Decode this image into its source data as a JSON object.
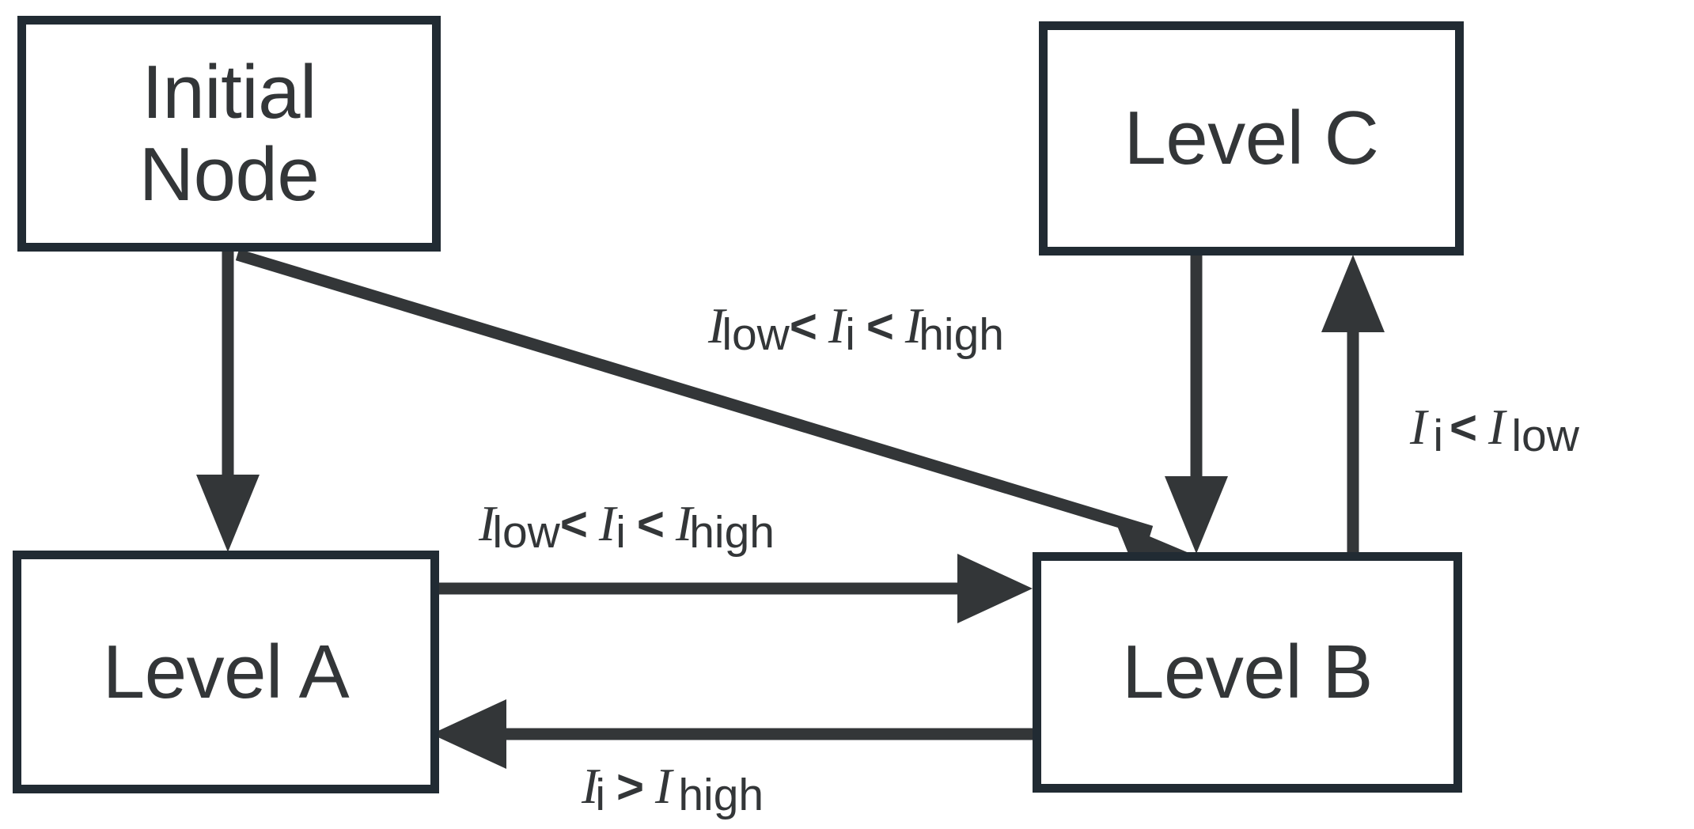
{
  "diagram": {
    "title": "Level transition state diagram",
    "background_color": "#ffffff",
    "stroke_color": "#212b33",
    "arrow_color": "#333638",
    "text_color": "#333638",
    "nodes": [
      {
        "id": "initial",
        "label": "Initial\nNode"
      },
      {
        "id": "level_c",
        "label": "Level C"
      },
      {
        "id": "level_a",
        "label": "Level A"
      },
      {
        "id": "level_b",
        "label": "Level B"
      }
    ],
    "edges": [
      {
        "id": "initial-to-a",
        "from": "initial",
        "to": "level_a",
        "label": "",
        "style": "solid-arrow"
      },
      {
        "id": "initial-to-b",
        "from": "initial",
        "to": "level_b",
        "label": "Ilow< Ii < Ihigh",
        "style": "solid-arrow-diagonal"
      },
      {
        "id": "c-to-b",
        "from": "level_c",
        "to": "level_b",
        "label": "",
        "style": "solid-arrow"
      },
      {
        "id": "b-to-c",
        "from": "level_b",
        "to": "level_c",
        "label": "I i < I low",
        "style": "solid-arrow"
      },
      {
        "id": "a-to-b",
        "from": "level_a",
        "to": "level_b",
        "label": "Ilow< Ii < Ihigh",
        "style": "solid-arrow"
      },
      {
        "id": "b-to-a",
        "from": "level_b",
        "to": "level_a",
        "label": "Ii > I high",
        "style": "solid-arrow"
      }
    ],
    "labels": {
      "top_condition": {
        "sym1": "I",
        "sub1": "low",
        "op1": "<",
        "sym2": "I",
        "sub2": "i",
        "op2": "<",
        "sym3": "I",
        "sub3": "high"
      },
      "middle_condition": {
        "sym1": "I",
        "sub1": "low",
        "op1": "<",
        "sym2": "I",
        "sub2": "i",
        "op2": "<",
        "sym3": "I",
        "sub3": "high"
      },
      "right_condition": {
        "sym1": "I",
        "sub1": "i",
        "op1": "<",
        "sym2": "I",
        "sub2": "low"
      },
      "bottom_condition": {
        "sym1": "I",
        "sub1": "i",
        "op1": ">",
        "sym2": "I",
        "sub2": "high"
      }
    }
  }
}
